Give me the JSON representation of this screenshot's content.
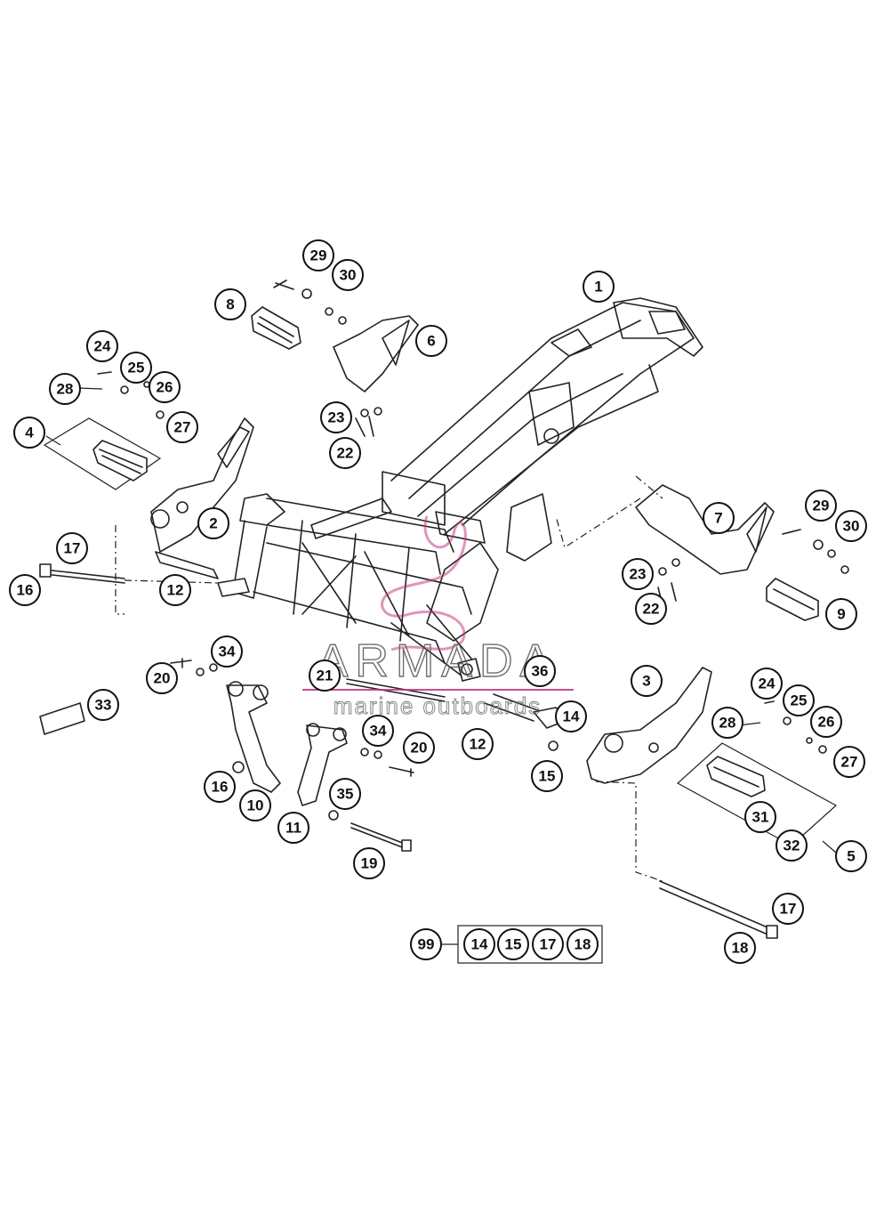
{
  "watermark": {
    "brand": "ARMADA",
    "tagline": "marine outboards",
    "color": "#c0307a"
  },
  "callouts": [
    {
      "id": "c1",
      "label": "1"
    },
    {
      "id": "c2",
      "label": "2"
    },
    {
      "id": "c3",
      "label": "3"
    },
    {
      "id": "c4",
      "label": "4"
    },
    {
      "id": "c5",
      "label": "5"
    },
    {
      "id": "c6",
      "label": "6"
    },
    {
      "id": "c7",
      "label": "7"
    },
    {
      "id": "c8",
      "label": "8"
    },
    {
      "id": "c9",
      "label": "9"
    },
    {
      "id": "c10",
      "label": "10"
    },
    {
      "id": "c11",
      "label": "11"
    },
    {
      "id": "c12a",
      "label": "12"
    },
    {
      "id": "c12b",
      "label": "12"
    },
    {
      "id": "c14",
      "label": "14"
    },
    {
      "id": "c15",
      "label": "15"
    },
    {
      "id": "c16a",
      "label": "16"
    },
    {
      "id": "c16b",
      "label": "16"
    },
    {
      "id": "c17a",
      "label": "17"
    },
    {
      "id": "c17b",
      "label": "17"
    },
    {
      "id": "c18",
      "label": "18"
    },
    {
      "id": "c19",
      "label": "19"
    },
    {
      "id": "c20a",
      "label": "20"
    },
    {
      "id": "c20b",
      "label": "20"
    },
    {
      "id": "c21",
      "label": "21"
    },
    {
      "id": "c22a",
      "label": "22"
    },
    {
      "id": "c22b",
      "label": "22"
    },
    {
      "id": "c23a",
      "label": "23"
    },
    {
      "id": "c23b",
      "label": "23"
    },
    {
      "id": "c24a",
      "label": "24"
    },
    {
      "id": "c24b",
      "label": "24"
    },
    {
      "id": "c25a",
      "label": "25"
    },
    {
      "id": "c25b",
      "label": "25"
    },
    {
      "id": "c26a",
      "label": "26"
    },
    {
      "id": "c26b",
      "label": "26"
    },
    {
      "id": "c27a",
      "label": "27"
    },
    {
      "id": "c27b",
      "label": "27"
    },
    {
      "id": "c28a",
      "label": "28"
    },
    {
      "id": "c28b",
      "label": "28"
    },
    {
      "id": "c29a",
      "label": "29"
    },
    {
      "id": "c29b",
      "label": "29"
    },
    {
      "id": "c30a",
      "label": "30"
    },
    {
      "id": "c30b",
      "label": "30"
    },
    {
      "id": "c31",
      "label": "31"
    },
    {
      "id": "c32",
      "label": "32"
    },
    {
      "id": "c33",
      "label": "33"
    },
    {
      "id": "c34a",
      "label": "34"
    },
    {
      "id": "c34b",
      "label": "34"
    },
    {
      "id": "c35",
      "label": "35"
    },
    {
      "id": "c36",
      "label": "36"
    }
  ],
  "kit": {
    "label": "99",
    "items": [
      "14",
      "15",
      "17",
      "18"
    ]
  }
}
